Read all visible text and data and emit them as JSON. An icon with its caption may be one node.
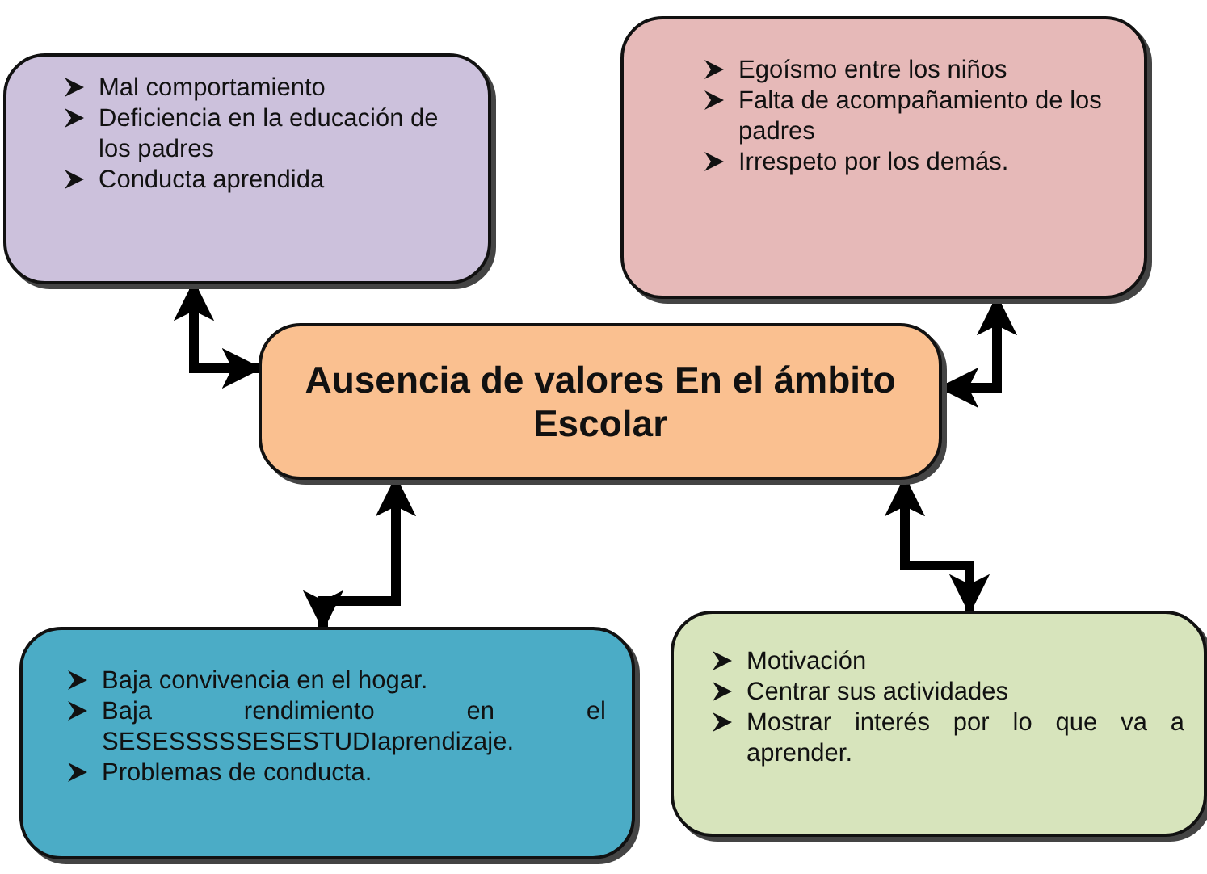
{
  "diagram": {
    "nodes": [
      {
        "text": [
          "Mal comportamiento",
          "Deficiencia en la educación de los padres",
          "Conducta aprendida"
        ]
      },
      {
        "text": [
          "Egoísmo entre los niños",
          "Falta de acompañamiento de los padres",
          "Irrespeto por  los demás."
        ]
      },
      {
        "text": [
          "Ausencia de valores En el ámbito Escolar"
        ]
      },
      {
        "text": [
          "Baja convivencia en el hogar.",
          "Baja rendimiento en el SESESSSSSESESTUDIaprendizaje.",
          "Problemas de conducta."
        ]
      },
      {
        "text": [
          "Motivación",
          "Centrar sus actividades",
          "Mostrar interés por lo que va a aprender."
        ]
      }
    ],
    "edges": [
      {
        "from": 0,
        "to": 2,
        "arrow": "both"
      },
      {
        "from": 1,
        "to": 2,
        "arrow": "both"
      },
      {
        "from": 2,
        "to": 3,
        "arrow": "both"
      },
      {
        "from": 2,
        "to": 4,
        "arrow": "both"
      }
    ]
  }
}
